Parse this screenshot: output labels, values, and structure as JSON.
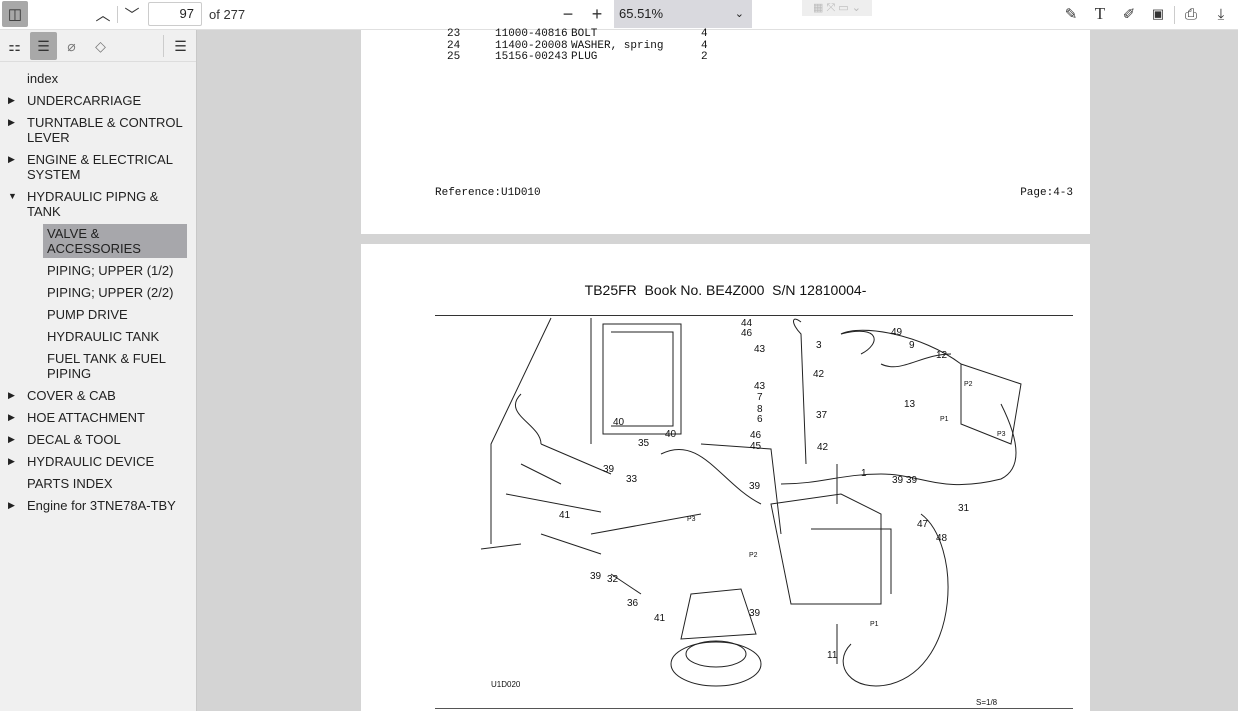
{
  "toolbar": {
    "page_current": "97",
    "page_total": "of 277",
    "zoom": "65.51%"
  },
  "outline": [
    {
      "label": "index",
      "arrow": ""
    },
    {
      "label": "UNDERCARRIAGE",
      "arrow": "▶"
    },
    {
      "label": "TURNTABLE & CONTROL LEVER",
      "arrow": "▶"
    },
    {
      "label": "ENGINE & ELECTRICAL SYSTEM",
      "arrow": "▶"
    },
    {
      "label": "HYDRAULIC PIPNG & TANK",
      "arrow": "▼"
    },
    {
      "label": "VALVE & ACCESSORIES",
      "arrow": ""
    },
    {
      "label": "PIPING; UPPER (1/2)",
      "arrow": ""
    },
    {
      "label": "PIPING; UPPER (2/2)",
      "arrow": ""
    },
    {
      "label": "PUMP DRIVE",
      "arrow": ""
    },
    {
      "label": "HYDRAULIC TANK",
      "arrow": ""
    },
    {
      "label": "FUEL TANK & FUEL PIPING",
      "arrow": ""
    },
    {
      "label": "COVER & CAB",
      "arrow": "▶"
    },
    {
      "label": "HOE ATTACHMENT",
      "arrow": "▶"
    },
    {
      "label": "DECAL & TOOL",
      "arrow": "▶"
    },
    {
      "label": "HYDRAULIC DEVICE",
      "arrow": "▶"
    },
    {
      "label": "PARTS INDEX",
      "arrow": ""
    },
    {
      "label": "Engine for 3TNE78A-TBY",
      "arrow": "▶"
    }
  ],
  "page_prev": {
    "rows": [
      [
        "23",
        "11000-40816",
        "BOLT",
        "4"
      ],
      [
        "24",
        "11400-20008",
        "WASHER, spring",
        "4"
      ],
      [
        "25",
        "15156-00243",
        "PLUG",
        "2"
      ]
    ],
    "reference": "Reference:U1D010",
    "page": "Page:4-3"
  },
  "page_cur": {
    "title": "TB25FR  Book No. BE4Z000  S/N 12810004-",
    "figure_id": "U1D020",
    "scale": "S=1/8",
    "callouts": [
      "44",
      "46",
      "43",
      "3",
      "42",
      "43",
      "7",
      "8",
      "6",
      "37",
      "46",
      "45",
      "42",
      "49",
      "9",
      "12",
      "13",
      "P2",
      "P1",
      "P3",
      "40",
      "35",
      "40",
      "39",
      "33",
      "41",
      "39",
      "1",
      "39",
      "39",
      "31",
      "P3",
      "P2",
      "47",
      "48",
      "39",
      "32",
      "36",
      "41",
      "39",
      "P1",
      "11"
    ]
  }
}
